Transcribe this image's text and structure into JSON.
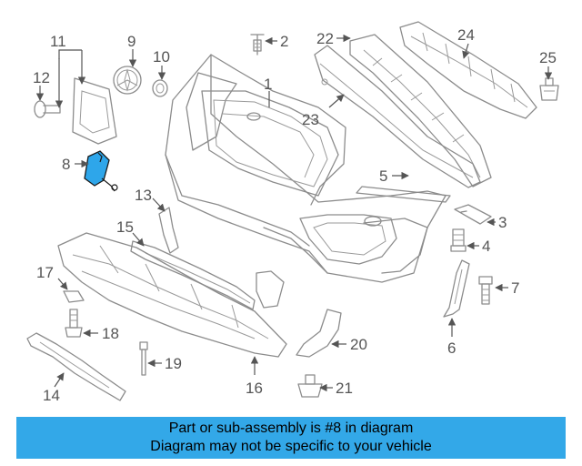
{
  "diagram": {
    "callouts": [
      "1",
      "2",
      "3",
      "4",
      "5",
      "6",
      "7",
      "8",
      "9",
      "10",
      "11",
      "12",
      "13",
      "14",
      "15",
      "16",
      "17",
      "18",
      "19",
      "20",
      "21",
      "22",
      "23",
      "24",
      "25"
    ],
    "highlighted_part": "8",
    "highlight_color": "#2ea6ea"
  },
  "banner": {
    "line1": "Part or sub-assembly is #8 in diagram",
    "line2": "Diagram may not be specific to your vehicle",
    "background": "#33a8e8"
  }
}
